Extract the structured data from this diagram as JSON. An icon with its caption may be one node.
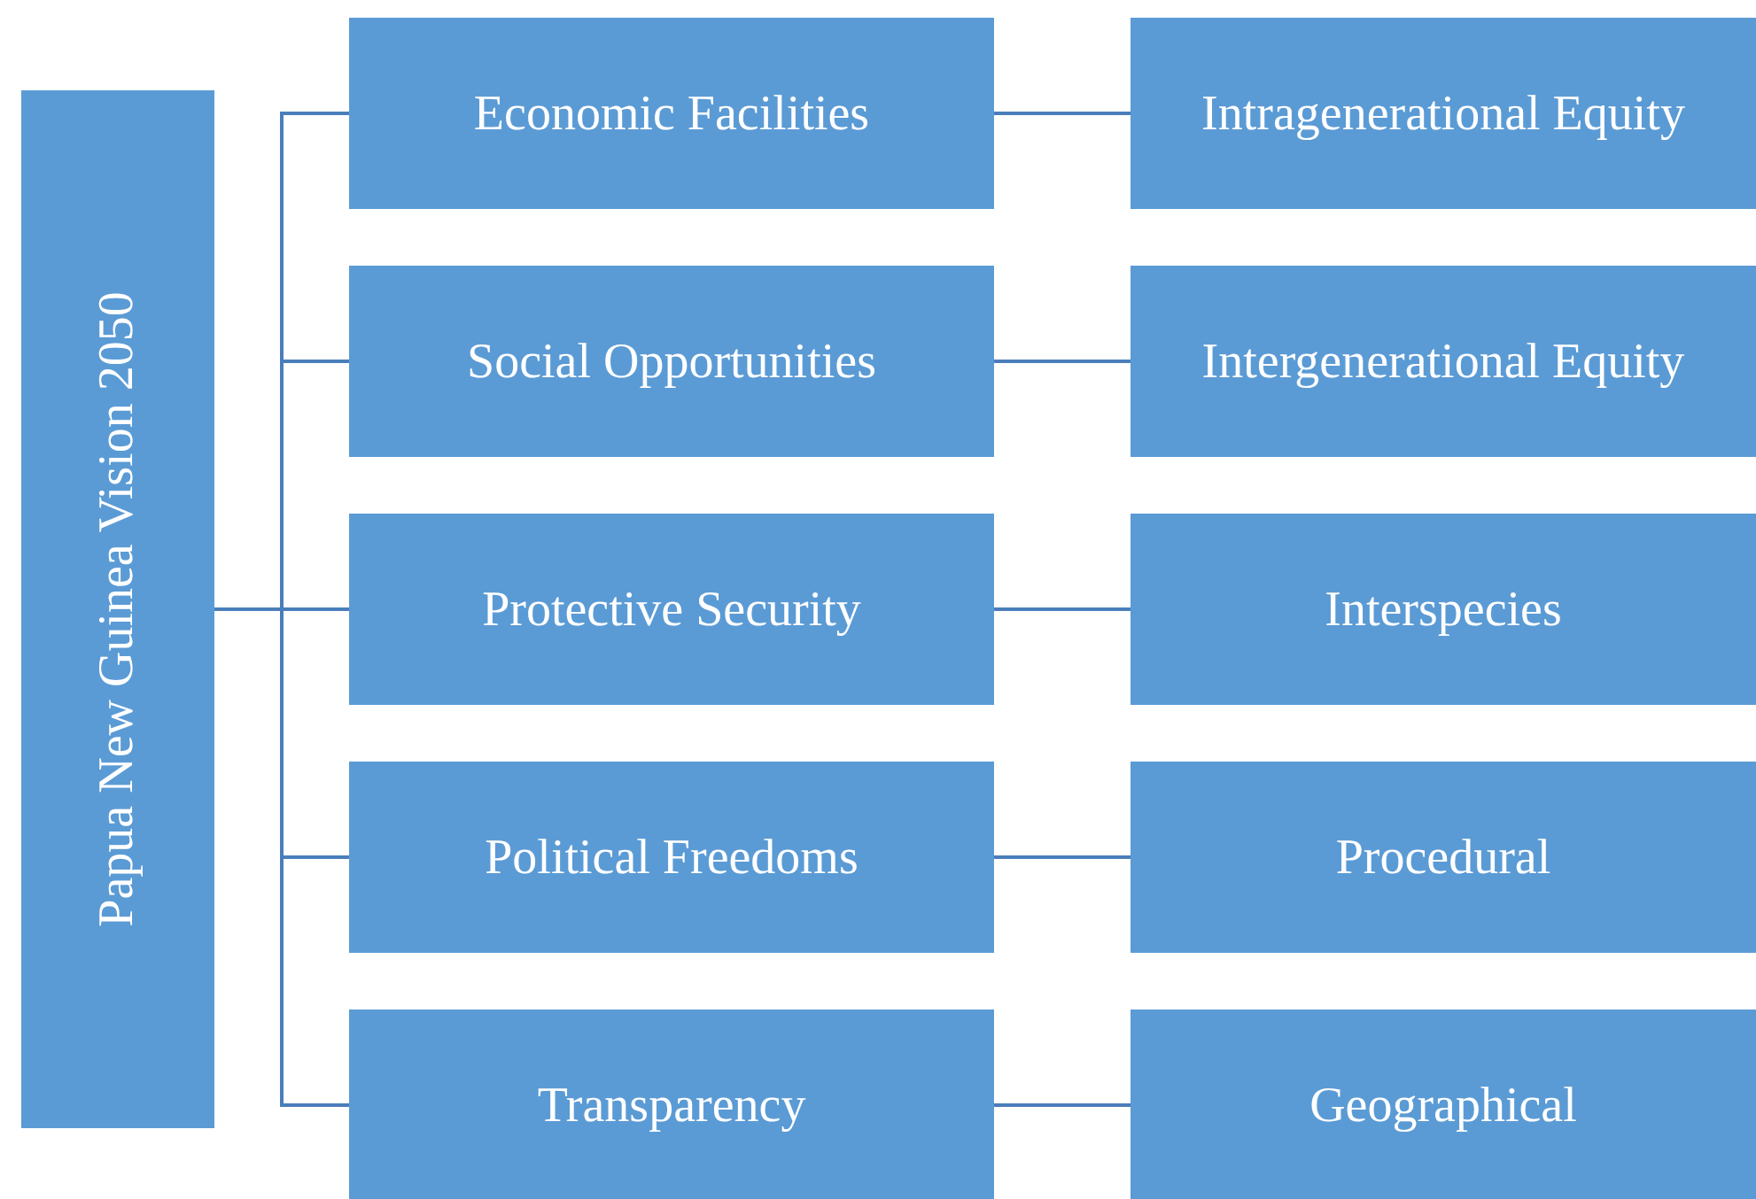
{
  "diagram": {
    "nodes": [
      {
        "text": [
          "Papua New Guinea Vision 2050"
        ]
      },
      {
        "text": [
          "Economic Facilities"
        ]
      },
      {
        "text": [
          "Intragenerational Equity"
        ]
      },
      {
        "text": [
          "Social Opportunities"
        ]
      },
      {
        "text": [
          "Intergenerational Equity"
        ]
      },
      {
        "text": [
          "Protective Security"
        ]
      },
      {
        "text": [
          "Interspecies"
        ]
      },
      {
        "text": [
          "Political Freedoms"
        ]
      },
      {
        "text": [
          "Procedural"
        ]
      },
      {
        "text": [
          "Transparency"
        ]
      },
      {
        "text": [
          "Geographical"
        ]
      }
    ],
    "edges": [
      {
        "from": 0,
        "to": 1,
        "arrow": "none"
      },
      {
        "from": 0,
        "to": 3,
        "arrow": "none"
      },
      {
        "from": 0,
        "to": 5,
        "arrow": "none"
      },
      {
        "from": 0,
        "to": 7,
        "arrow": "none"
      },
      {
        "from": 0,
        "to": 9,
        "arrow": "none"
      },
      {
        "from": 1,
        "to": 2,
        "arrow": "none"
      },
      {
        "from": 3,
        "to": 4,
        "arrow": "none"
      },
      {
        "from": 5,
        "to": 6,
        "arrow": "none"
      },
      {
        "from": 7,
        "to": 8,
        "arrow": "none"
      },
      {
        "from": 9,
        "to": 10,
        "arrow": "none"
      }
    ]
  }
}
